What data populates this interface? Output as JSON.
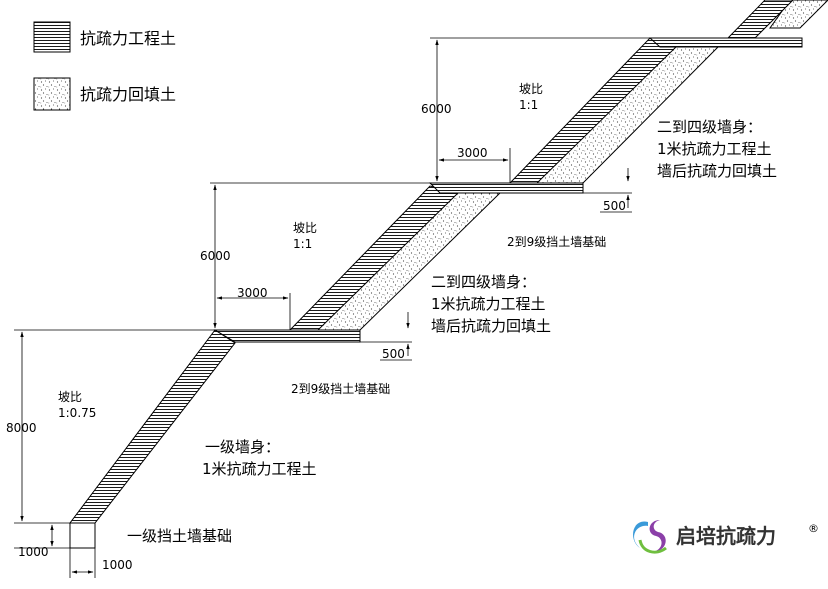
{
  "legend": {
    "items": [
      {
        "label": "抗疏力工程土",
        "pattern": "hatch"
      },
      {
        "label": "抗疏力回填土",
        "pattern": "dots"
      }
    ]
  },
  "tiers": {
    "bottom": {
      "height": "8000",
      "slope_label": "坡比",
      "slope_value": "1:0.75",
      "wall_title": "一级墙身：",
      "wall_desc": "1米抗疏力工程土",
      "footing_label": "一级挡土墙基础",
      "dim_footing_h": "1000",
      "dim_footing_w": "1000"
    },
    "middle": {
      "height": "6000",
      "setback": "3000",
      "slope_label": "坡比",
      "slope_value": "1:1",
      "wall_title": "二到四级墙身：",
      "wall_line1": "1米抗疏力工程土",
      "wall_line2": "墙后抗疏力回填土",
      "footing_label": "2到9级挡土墙基础",
      "dim_step": "500"
    },
    "top": {
      "height": "6000",
      "setback": "3000",
      "slope_label": "坡比",
      "slope_value": "1:1",
      "wall_title": "二到四级墙身：",
      "wall_line1": "1米抗疏力工程土",
      "wall_line2": "墙后抗疏力回填土",
      "footing_label": "2到9级挡土墙基础",
      "dim_step": "500"
    }
  },
  "watermark": {
    "brand": "启培抗疏力",
    "mark": "®"
  },
  "colors": {
    "line": "#000000",
    "hatch_bg": "#ffffff",
    "dot": "#555555"
  }
}
